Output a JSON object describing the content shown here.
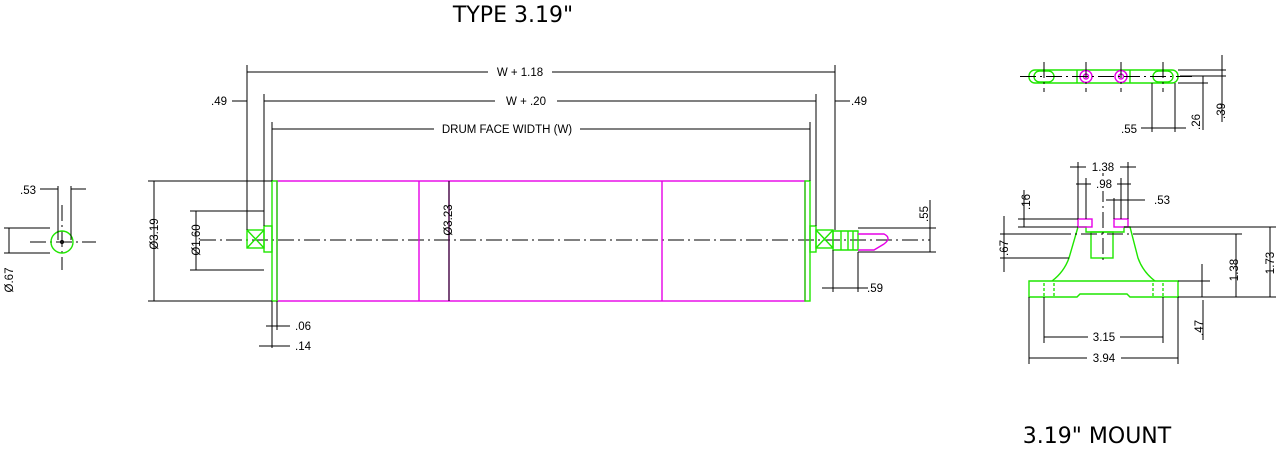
{
  "title": "TYPE 3.19\"",
  "mount_title": "3.19\" MOUNT",
  "dims": {
    "overall": "W + 1.18",
    "w_plus_20": "W + .20",
    "face_width": "DRUM FACE WIDTH (W)",
    "left_49": ".49",
    "right_49": ".49",
    "dia_319": "Ø3.19",
    "dia_160": "Ø1.60",
    "dia_323": "Ø3.23",
    "d_055": ".55",
    "d_059": ".59",
    "d_006": ".06",
    "d_014": ".14",
    "d_053_end": ".53",
    "dia_067": "Ø.67",
    "top_055": ".55",
    "top_026": ".26",
    "top_039": ".39",
    "m_138": "1.38",
    "m_098": ".98",
    "m_053": ".53",
    "m_016": ".16",
    "m_067": ".67",
    "m_138_side": "1.38",
    "m_173": "1.73",
    "m_047": ".47",
    "m_315": "3.15",
    "m_394": "3.94"
  },
  "colors": {
    "line": "#000000",
    "shaft": "#1fe600",
    "drum": "#e600e6"
  }
}
